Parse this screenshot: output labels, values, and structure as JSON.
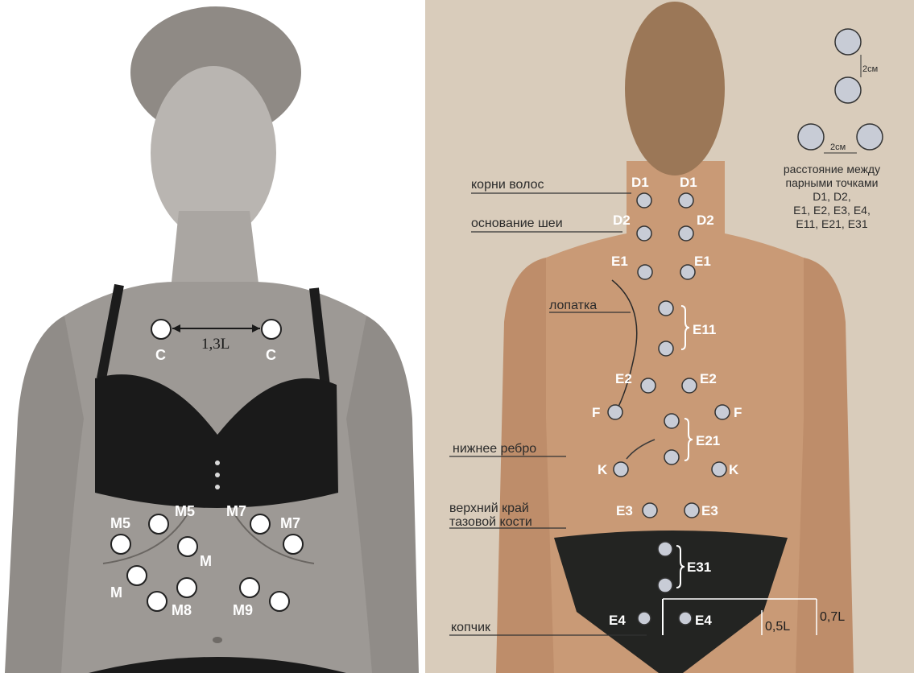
{
  "left": {
    "distance_label": "1,3L",
    "points": {
      "c_left": "C",
      "c_right": "C",
      "m5_left": "M5",
      "m5_right": "M5",
      "m7_left": "M7",
      "m7_right": "M7",
      "m_center": "M",
      "m_left": "M",
      "m8": "M8",
      "m9": "M9"
    }
  },
  "right": {
    "anatomy": {
      "hair_roots": "корни волос",
      "neck_base": "основание шеи",
      "scapula": "лопатка",
      "lower_rib": "нижнее ребро",
      "iliac_crest_1": "верхний край",
      "iliac_crest_2": "тазовой кости",
      "coccyx": "копчик"
    },
    "points": {
      "d1_left": "D1",
      "d1_right": "D1",
      "d2_left": "D2",
      "d2_right": "D2",
      "e1_left": "E1",
      "e1_right": "E1",
      "e11": "E11",
      "e2_left": "E2",
      "e2_right": "E2",
      "f_left": "F",
      "f_right": "F",
      "e21": "E21",
      "k_left": "K",
      "k_right": "K",
      "e3_left": "E3",
      "e3_right": "E3",
      "e31": "E31",
      "e4_left": "E4",
      "e4_right": "E4"
    },
    "measures": {
      "spacing_vertical": "2см",
      "spacing_horizontal": "2см",
      "half_l": "0,5L",
      "seven_tenths_l": "0,7L"
    },
    "legend_lines": [
      "расстояние между",
      "парными точками",
      "D1, D2,",
      "E1, E2, E3, E4,",
      "E11, E21, E31"
    ]
  },
  "colors": {
    "point_white": "#ffffff",
    "point_grey": "#c8ccd6",
    "label_dark": "#2a2a2a"
  }
}
